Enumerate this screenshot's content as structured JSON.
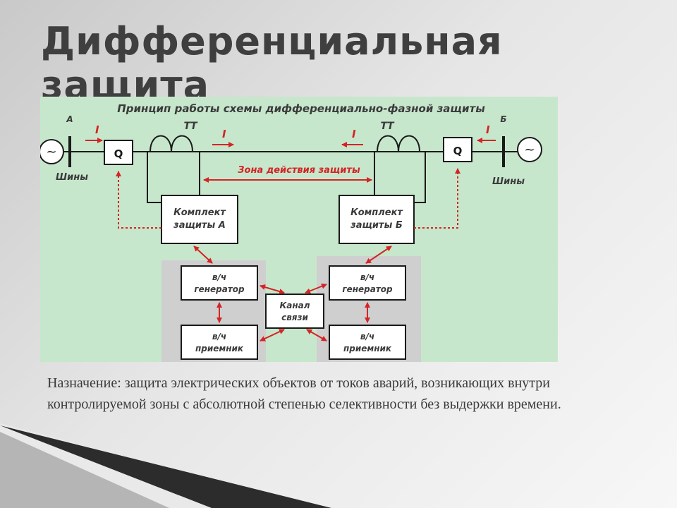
{
  "slide": {
    "title": "Дифференциальная защита",
    "caption": "Назначение: защита электрических объектов от токов аварий, возникающих внутри контролируемой зоны с абсолютной степенью селективности без выдержки времени."
  },
  "diagram": {
    "header": "Принцип работы схемы дифференциально-фазной защиты",
    "label_a": "А",
    "label_b": "Б",
    "bus_left": "Шины",
    "bus_right": "Шины",
    "switch_left": "Q",
    "switch_right": "Q",
    "tt_left": "ТТ",
    "tt_right": "ТТ",
    "current": "I",
    "zone": "Зона действия защиты",
    "protection_a_line1": "Комплект",
    "protection_a_line2": "защиты А",
    "protection_b_line1": "Комплект",
    "protection_b_line2": "защиты Б",
    "hf_gen_left_line1": "в/ч",
    "hf_gen_left_line2": "генератор",
    "hf_rx_left_line1": "в/ч",
    "hf_rx_left_line2": "приемник",
    "hf_gen_right_line1": "в/ч",
    "hf_gen_right_line2": "генератор",
    "hf_rx_right_line1": "в/ч",
    "hf_rx_right_line2": "приемник",
    "channel_line1": "Канал",
    "channel_line2": "связи",
    "generator_symbol": "~",
    "colors": {
      "background": "#c7e7cc",
      "line": "#1a1a1a",
      "arrow": "#d42424",
      "text": "#3a3a3a",
      "grey_panel": "#cfcfcf"
    }
  },
  "icons": {
    "generator": "generator-icon",
    "current_arrow": "current-arrow-icon"
  }
}
